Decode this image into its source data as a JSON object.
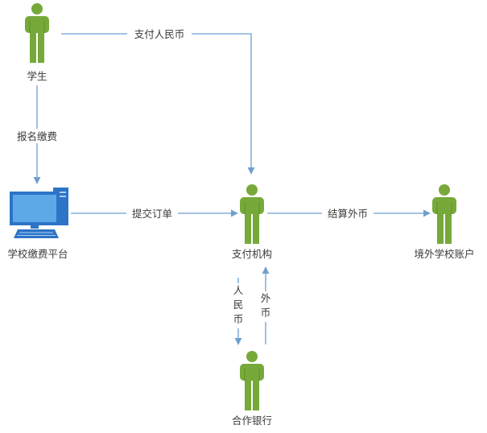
{
  "colors": {
    "person": "#76a93a",
    "person_dark": "#5e8f27",
    "arrow": "#6f9fd0",
    "label_text": "#3a3a3a",
    "monitor_frame": "#2d74c6",
    "monitor_screen": "#5fa8e8"
  },
  "nodes": {
    "student": {
      "label": "学生",
      "icon": "person-icon"
    },
    "platform": {
      "label": "学校缴费平台",
      "icon": "computer-icon"
    },
    "payment_institution": {
      "label": "支付机构",
      "icon": "person-icon"
    },
    "overseas_school_account": {
      "label": "境外学校账户",
      "icon": "person-icon"
    },
    "partner_bank": {
      "label": "合作银行",
      "icon": "person-icon"
    }
  },
  "edges": {
    "pay_rmb": {
      "label": "支付人民币"
    },
    "register_pay": {
      "label": "报名缴费"
    },
    "submit_order": {
      "label": "提交订单"
    },
    "settle_fx": {
      "label": "结算外币"
    },
    "rmb_down": {
      "label": [
        "人",
        "民",
        "币"
      ]
    },
    "fx_up": {
      "label": [
        "外",
        "币"
      ]
    }
  }
}
